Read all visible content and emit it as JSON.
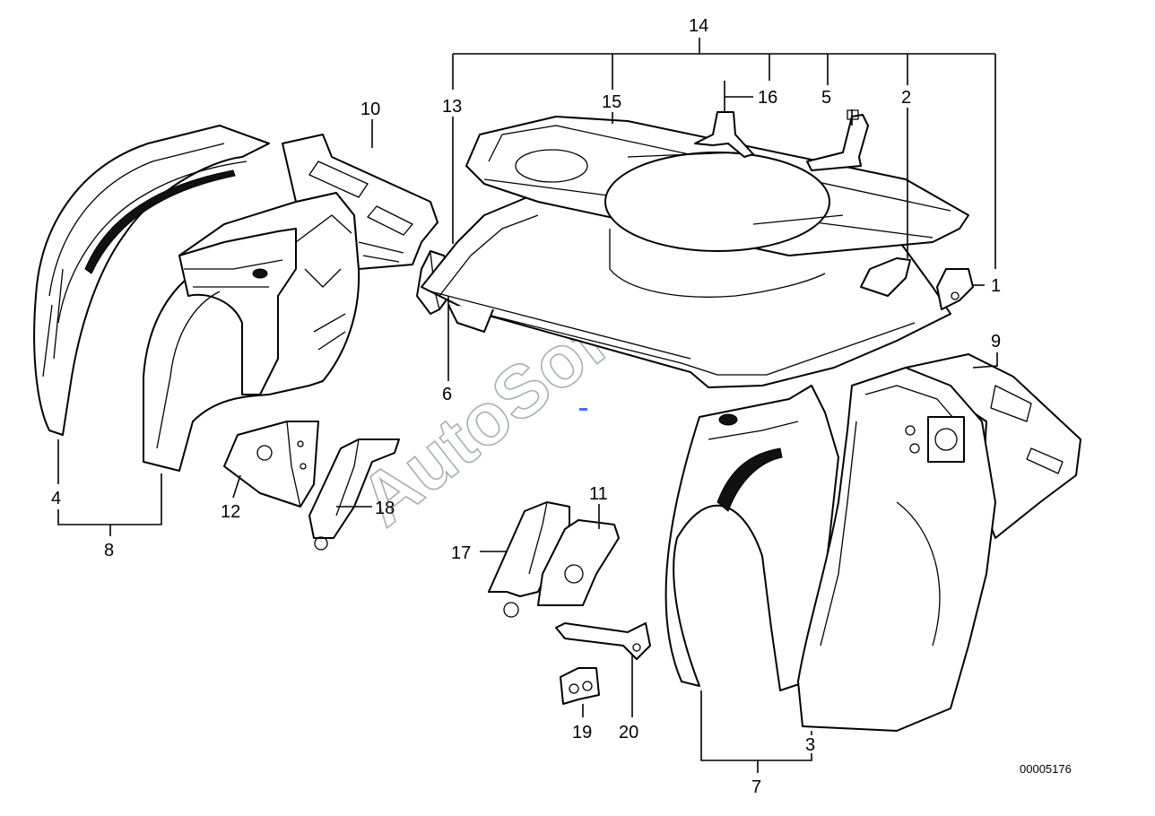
{
  "diagram": {
    "watermark": "AutoSoft",
    "document_id": "00005176",
    "callouts": [
      "1",
      "2",
      "3",
      "4",
      "5",
      "6",
      "7",
      "8",
      "9",
      "10",
      "11",
      "12",
      "13",
      "14",
      "15",
      "16",
      "17",
      "18",
      "19",
      "20"
    ]
  }
}
